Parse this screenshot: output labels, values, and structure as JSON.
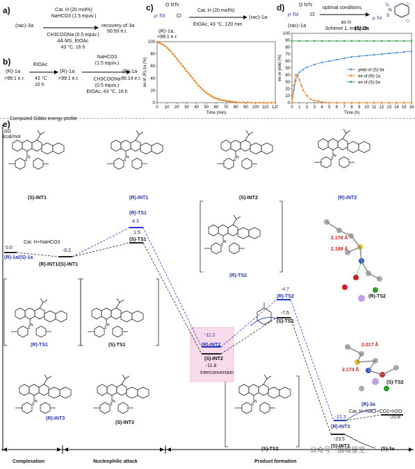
{
  "panel_a": {
    "label": "a)",
    "reactant": "(rac)-3a",
    "conditions": [
      "Cat. H (20 mol%)",
      "NaHCO3 (1.5 equiv.)",
      "CH3COONa (0.5 equiv.)",
      "4Å MS, EtOAc",
      "43 °C, 16 h"
    ],
    "product": "recovery of 3a",
    "product_er": "50:50 e.r."
  },
  "panel_b": {
    "label": "b)",
    "start": "(R)-1a",
    "start_er": ">99:1 e.r.",
    "step1_above": "EtOAc",
    "step1_below": [
      "43 °C",
      "16 h"
    ],
    "middle": "(R)-1a",
    "middle_er": ">99:1 e.r.",
    "step2_above": [
      "NaHCO3",
      "(1.5 equiv.)"
    ],
    "step2_below": [
      "CH3COONa",
      "(0.5 equiv.)",
      "EtOAc, 43 °C, 16 h"
    ],
    "end": "(R)-1a",
    "end_er": "86:14 e.r."
  },
  "panel_c": {
    "label": "c)",
    "reagent_top": "O NTs",
    "reagent_sub": "p-Tol",
    "reagent_cl": "Cl",
    "conditions_above": "Cat. H (20 mol%)",
    "conditions_below": "EtOAc, 43 °C, 120 min",
    "product": "(rac)-1a",
    "start": "(R)-1a,",
    "start_er": ">99:1 e.r."
  },
  "panel_d": {
    "label": "d)",
    "reactant": "(rac)-1a",
    "arrow_above": "optimal conditions",
    "arrow_below": [
      "as in",
      "Scheme 1, entry 15"
    ],
    "product": "(S)-3a",
    "legend": [
      "yield of (S)-3a",
      "ee of (R)-1a",
      "ee of (S)-3a"
    ]
  },
  "panel_e": {
    "label": "e)",
    "title": "Computed Gibbs energy profile",
    "axis_label_1": "ΔG",
    "axis_label_2": "kcal/mol",
    "top_structures": [
      "(S)-INT1",
      "(R)-INT1",
      "(S)-INT2",
      "(R)-INT2"
    ],
    "mid_structures": [
      "(R)-TS2",
      "(R)-TS2"
    ],
    "left_structures": [
      "(R)-TS1",
      "(S)-TS1"
    ],
    "bottom_structures": [
      "(R)-INT3",
      "(S)-INT3",
      "(S)-TS2"
    ],
    "xray_distances_1": [
      "2.178 Å",
      "2.189 Å"
    ],
    "xray_distances_2": [
      "2.017 Å",
      "2.174 Å"
    ],
    "xray_labels": [
      "(R)-TS2",
      "(S)-TS2"
    ],
    "cat_label_1": "Cat. H+NaHCO3",
    "cat_label_2": "Cat. H+NaCl+CO2+H2O",
    "interconversion": "Interconversion",
    "phases": [
      "Complexation",
      "Nucleophilic attack",
      "Product formation"
    ],
    "watermark": "公众号 · 酶域星空",
    "levels": [
      {
        "value": "0.0",
        "label": "(R)-1a/(S)-1a"
      },
      {
        "value": "-0.2",
        "label": "(R)-INT1/(S)-INT1"
      },
      {
        "value": "4.3",
        "label": "(R)-TS1"
      },
      {
        "value": "1.5",
        "label": "(S)-TS1"
      },
      {
        "value": "-11.2",
        "label": "(R)-INT2"
      },
      {
        "value": "-11.8",
        "label": "(S)-INT2"
      },
      {
        "value": "-4.7",
        "label": "(R)-TS2"
      },
      {
        "value": "-7.5",
        "label": "(S)-TS2"
      },
      {
        "value": "-21.3",
        "label": "(R)-INT3"
      },
      {
        "value": "-23.5",
        "label": "(S)-INT3"
      },
      {
        "value": "-20.8",
        "label": ""
      },
      {
        "value": "",
        "label": "(R)-3a"
      },
      {
        "value": "",
        "label": "(S)-3a"
      }
    ]
  },
  "chart_data": [
    {
      "type": "line",
      "title": "",
      "xlabel": "Time (min)",
      "ylabel": "ee of (R)-1a (%)",
      "xlim": [
        0,
        120
      ],
      "ylim": [
        0,
        100
      ],
      "x_ticks": [
        0,
        10,
        20,
        30,
        40,
        50,
        60,
        70,
        80,
        90,
        100,
        110,
        120
      ],
      "y_ticks": [
        0,
        20,
        40,
        60,
        80,
        100
      ],
      "series": [
        {
          "name": "",
          "color": "#e8892b",
          "x": [
            0,
            2,
            4,
            6,
            8,
            10,
            12,
            14,
            16,
            18,
            20,
            22,
            24,
            26,
            28,
            30,
            32,
            34,
            36,
            38,
            40,
            42,
            44,
            46,
            48,
            50,
            52,
            54,
            56,
            58,
            60,
            62,
            64,
            66,
            68,
            70,
            72,
            74,
            76,
            78,
            80,
            84,
            88,
            92,
            96,
            100,
            104,
            108,
            112,
            116,
            120
          ],
          "y": [
            99,
            98,
            97,
            95,
            93,
            90,
            87,
            84,
            80,
            76,
            72,
            68,
            64,
            60,
            56,
            52,
            48,
            44,
            40,
            36,
            32,
            28,
            25,
            22,
            19,
            16,
            14,
            12,
            10,
            8,
            7,
            6,
            5,
            4,
            3.5,
            3,
            2.5,
            2,
            1.5,
            1,
            1,
            0.5,
            0.5,
            0.5,
            0,
            0,
            0,
            0,
            0,
            0,
            0
          ]
        }
      ]
    },
    {
      "type": "line",
      "title": "",
      "xlabel": "Time (h)",
      "ylabel": "ee or yield (%)",
      "xlim": [
        0,
        16
      ],
      "ylim": [
        0,
        100
      ],
      "x_ticks": [
        0,
        1,
        2,
        3,
        4,
        5,
        6,
        7,
        8,
        9,
        10,
        11,
        12,
        13,
        14,
        15,
        16
      ],
      "y_ticks": [
        0,
        10,
        20,
        30,
        40,
        50,
        60,
        70,
        80,
        90,
        100
      ],
      "legend": "center-right",
      "series": [
        {
          "name": "yield of (S)-3a",
          "color": "#4f8fd6",
          "x": [
            0,
            0.25,
            0.5,
            0.75,
            1,
            1.5,
            2,
            3,
            4,
            5,
            6,
            7,
            8,
            9,
            10,
            11,
            12,
            13,
            14,
            15,
            16
          ],
          "y": [
            0,
            18,
            32,
            40,
            44,
            48,
            51,
            55,
            58,
            60,
            62,
            64,
            66,
            67,
            68,
            69,
            70,
            71,
            72,
            73,
            74
          ]
        },
        {
          "name": "ee of (R)-1a",
          "color": "#e8892b",
          "x": [
            0,
            0.25,
            0.5,
            0.75,
            1,
            1.25,
            1.5,
            2,
            2.5,
            3,
            3.5,
            4,
            5,
            6,
            7,
            8,
            9,
            10,
            11,
            12,
            13,
            14,
            15,
            16
          ],
          "y": [
            0,
            25,
            40,
            38,
            33,
            25,
            18,
            10,
            5,
            3,
            2,
            1,
            0,
            0,
            0,
            0,
            0,
            0,
            0,
            0,
            0,
            0,
            0,
            0
          ]
        },
        {
          "name": "ee of (S)-3a",
          "color": "#3aa05a",
          "x": [
            0,
            1,
            2,
            3,
            4,
            5,
            6,
            7,
            8,
            9,
            10,
            11,
            12,
            13,
            14,
            15,
            16
          ],
          "y": [
            89,
            89,
            89,
            89,
            89,
            89,
            89,
            89,
            89,
            89,
            89,
            89,
            89,
            89,
            89,
            89,
            89
          ]
        }
      ]
    }
  ]
}
